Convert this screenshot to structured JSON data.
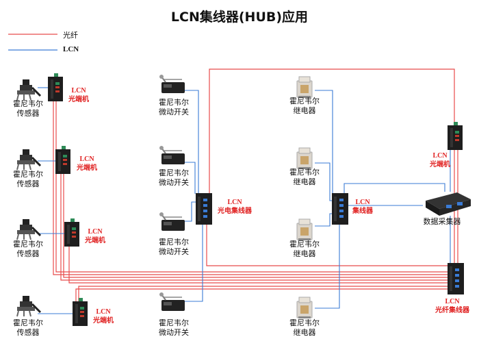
{
  "title": "LCN集线器(HUB)应用",
  "legend": {
    "fiber": {
      "label": "光纤",
      "color": "#e84a4a"
    },
    "lcn": {
      "label": "LCN",
      "color": "#3a7bd5"
    }
  },
  "devices": {
    "sensor": "霍尼韦尔\n传感器",
    "microswitch": "霍尼韦尔\n微动开关",
    "relay": "霍尼韦尔\n继电器",
    "collector": "数据采集器"
  },
  "converters": {
    "line1": "LCN",
    "media_converter": "光端机",
    "opto_hub": "光电集线器",
    "hub": "集线器",
    "fiber_hub": "光纤集线器"
  }
}
